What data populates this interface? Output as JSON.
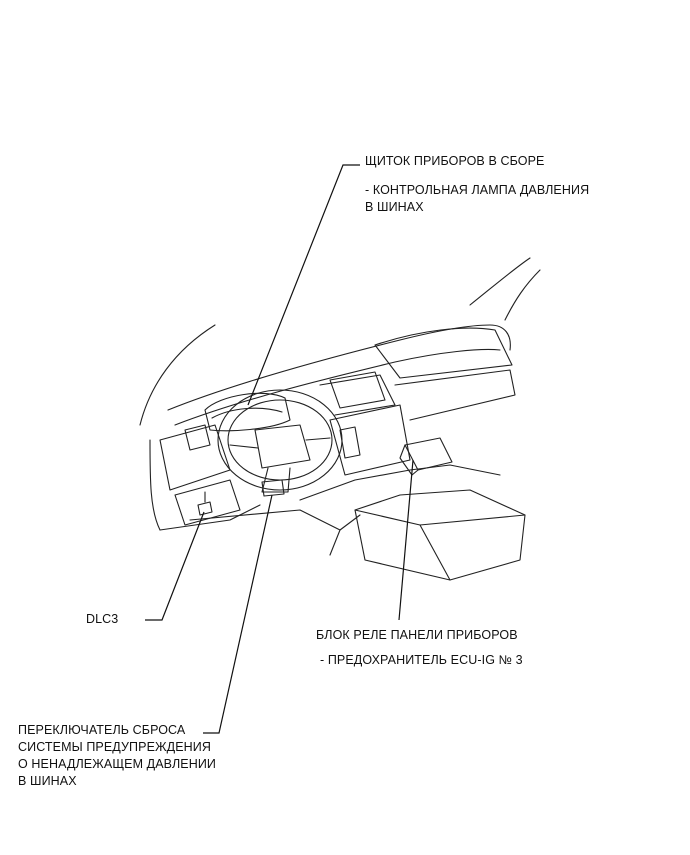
{
  "labels": {
    "cluster": {
      "title": "ЩИТОК ПРИБОРОВ В СБОРЕ",
      "sub_line1": "- КОНТРОЛЬНАЯ ЛАМПА ДАВЛЕНИЯ",
      "sub_line2": "В ШИНАХ"
    },
    "dlc3": "DLC3",
    "relay_block": {
      "title": "БЛОК РЕЛЕ ПАНЕЛИ ПРИБОРОВ",
      "sub": "- ПРЕДОХРАНИТЕЛЬ ECU-IG № 3"
    },
    "reset_switch": {
      "line1": "ПЕРЕКЛЮЧАТЕЛЬ СБРОСА",
      "line2": "СИСТЕМЫ ПРЕДУПРЕЖДЕНИЯ",
      "line3": "О НЕНАДЛЕЖАЩЕМ ДАВЛЕНИИ",
      "line4": "В ШИНАХ"
    }
  }
}
